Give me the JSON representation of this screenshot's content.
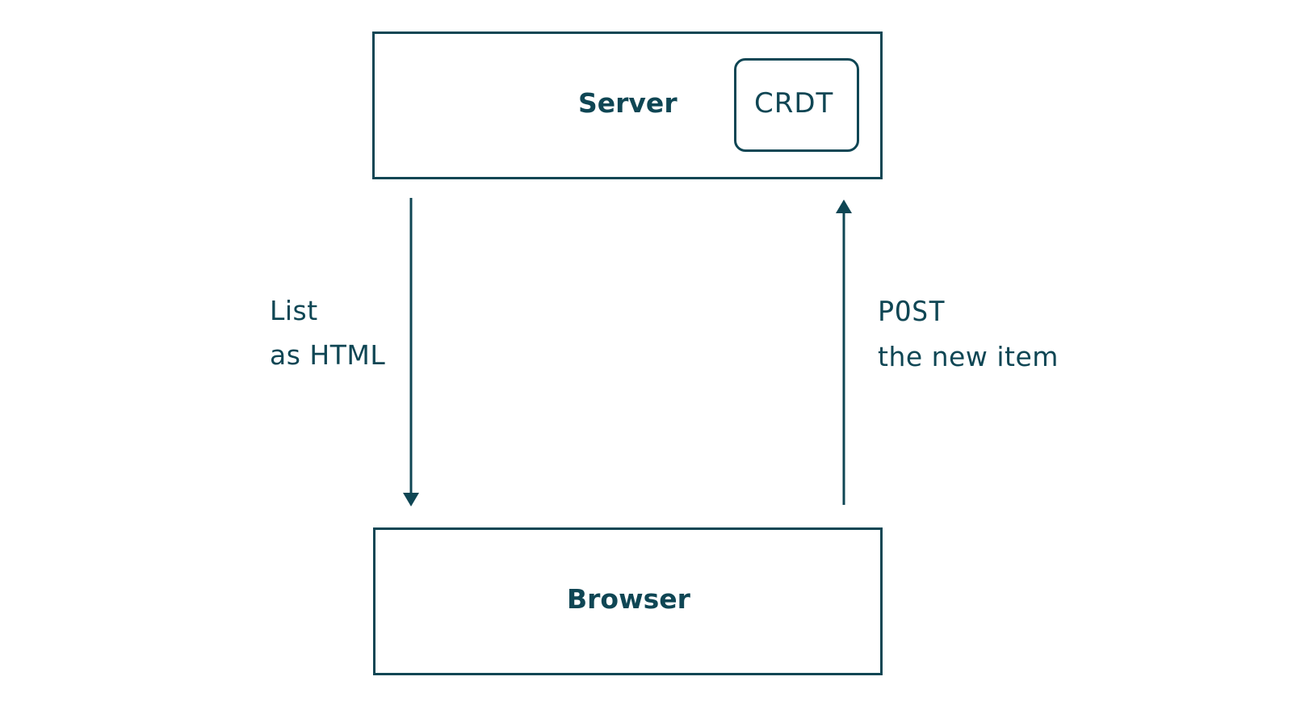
{
  "diagram": {
    "server": {
      "title": "Server",
      "component": "CRDT"
    },
    "browser": {
      "title": "Browser"
    },
    "down_arrow": {
      "from": "Server",
      "to": "Browser",
      "label_line1": "List",
      "label_line2": "as HTML"
    },
    "up_arrow": {
      "from": "Browser",
      "to": "Server",
      "label_line1": "POST",
      "label_line2": "the new item"
    },
    "colors": {
      "stroke": "#0f4654",
      "text": "#0f4654",
      "background": "#ffffff"
    }
  }
}
